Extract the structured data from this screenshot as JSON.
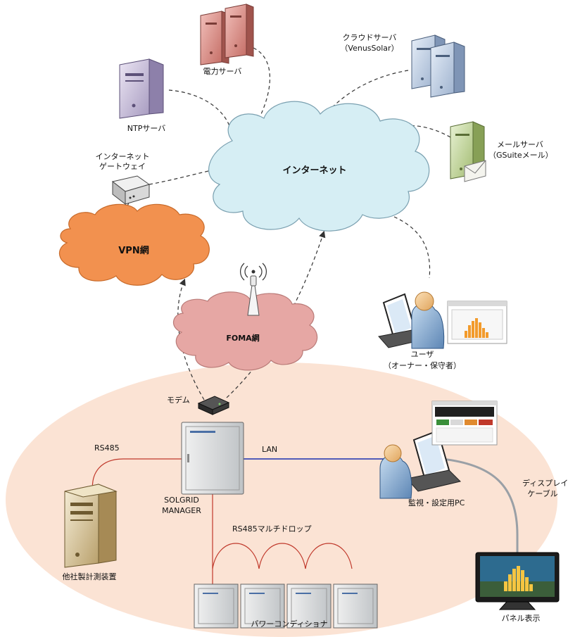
{
  "labels": {
    "power_server": "電力サーバ",
    "ntp_server": "NTPサーバ",
    "cloud_server": "クラウドサーバ",
    "cloud_server_sub": "（VenusSolar）",
    "mail_server": "メールサーバ",
    "mail_server_sub": "（GSuiteメール）",
    "internet": "インターネット",
    "gateway_line1": "インターネット",
    "gateway_line2": "ゲートウェイ",
    "vpn": "VPN網",
    "foma": "FOMA網",
    "user": "ユーザ",
    "user_sub": "（オーナー・保守者）",
    "modem": "モデム",
    "rs485": "RS485",
    "lan": "LAN",
    "solgrid_line1": "SOLGRID",
    "solgrid_line2": "MANAGER",
    "monitor_pc": "監視・設定用PC",
    "display_cable_line1": "ディスプレイ",
    "display_cable_line2": "ケーブル",
    "multidrop": "RS485マルチドロップ",
    "other_meter": "他社製計測装置",
    "power_conditioner": "パワーコンディショナ",
    "panel_display": "パネル表示"
  },
  "colors": {
    "internet_cloud": "#d6eef4",
    "vpn_cloud": "#f2914f",
    "foma_cloud": "#e6a7a4",
    "site_area": "#fbe3d4",
    "rs485_line": "#c0392b",
    "lan_line": "#1a2fb0",
    "display_cable": "#9aa0a6"
  }
}
